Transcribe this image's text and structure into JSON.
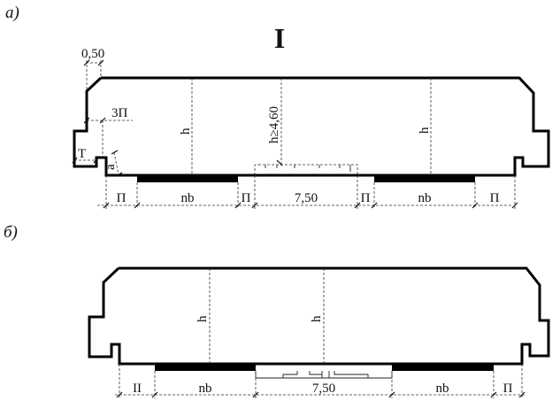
{
  "figure": {
    "title_numeral": "I",
    "panels": [
      {
        "id": "a",
        "label": "а)",
        "dimensions": {
          "chamfer": "0,50",
          "offset": "3П",
          "notch_width": "T",
          "notch_height": "a",
          "height_left": "h",
          "height_center": "h≥4,60",
          "height_right": "h"
        },
        "bottom_chain": [
          "П",
          "nb",
          "П",
          "7,50",
          "П",
          "nb",
          "П"
        ]
      },
      {
        "id": "b",
        "label": "б)",
        "dimensions": {
          "height_left": "h",
          "height_center": "h"
        },
        "bottom_chain": [
          "II",
          "nb",
          "7,50",
          "nb",
          "П"
        ]
      }
    ]
  },
  "colors": {
    "ink": "#000000",
    "background": "#ffffff"
  }
}
